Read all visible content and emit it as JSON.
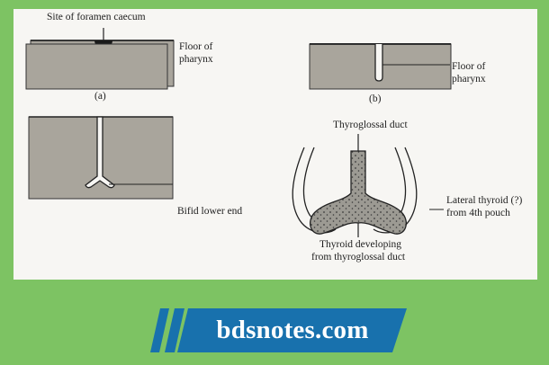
{
  "figure": {
    "panel_a": {
      "caption": "(a)",
      "top_label": "Site of foramen caecum",
      "side_label_line1": "Floor of",
      "side_label_line2": "pharynx"
    },
    "panel_b": {
      "caption": "(b)",
      "side_label_line1": "Floor of",
      "side_label_line2": "pharynx"
    },
    "panel_c": {
      "side_label": "Bifid lower end"
    },
    "panel_d": {
      "top_label": "Thyroglossal duct",
      "side_label_line1": "Lateral thyroid (?)",
      "side_label_line2": "from 4th pouch",
      "bottom_label_line1": "Thyroid developing",
      "bottom_label_line2": "from thyroglossal duct"
    }
  },
  "banner": {
    "text": "bdsnotes.com",
    "icon": "double-slash-stripes-icon"
  },
  "colors": {
    "background_green": "#7dc363",
    "banner_blue": "#1871ad",
    "tissue_gray": "#a9a59c",
    "paper": "#f7f6f3"
  }
}
